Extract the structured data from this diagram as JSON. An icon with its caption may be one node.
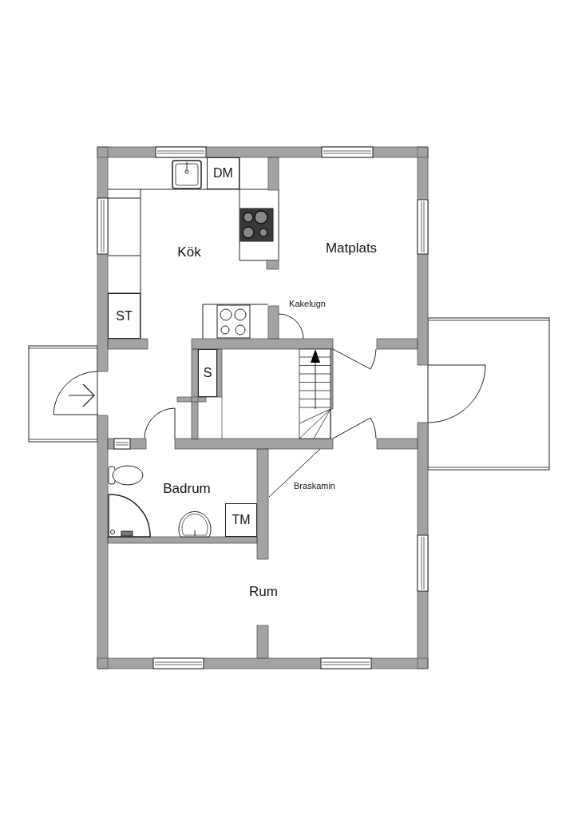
{
  "diagram": {
    "nodes": [
      {
        "text": [
          "DM"
        ]
      },
      {
        "text": [
          "ST"
        ]
      },
      {
        "text": [
          "S"
        ]
      },
      {
        "text": [
          "TM"
        ]
      }
    ],
    "labels": [
      "Kök",
      "Matplats",
      "Kakelugn",
      "Badrum",
      "Braskamin",
      "Rum"
    ]
  }
}
